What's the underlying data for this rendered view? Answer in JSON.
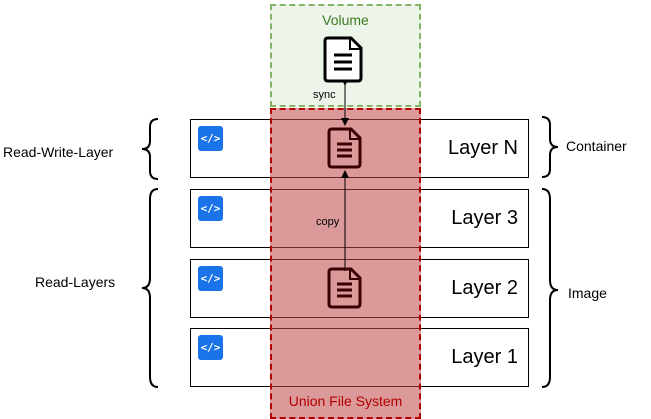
{
  "volume": {
    "title": "Volume",
    "icon": "document-icon"
  },
  "union_fs": {
    "title": "Union File System"
  },
  "layers": [
    {
      "label": "Layer N",
      "icon": "code-icon",
      "icon_text": "</>"
    },
    {
      "label": "Layer 3",
      "icon": "code-icon",
      "icon_text": "</>"
    },
    {
      "label": "Layer 2",
      "icon": "code-icon",
      "icon_text": "</>"
    },
    {
      "label": "Layer 1",
      "icon": "code-icon",
      "icon_text": "</>"
    }
  ],
  "left_labels": {
    "read_write": "Read-Write-Layer",
    "read": "Read-Layers"
  },
  "right_labels": {
    "container": "Container",
    "image": "Image"
  },
  "edges": {
    "sync": "sync",
    "copy": "copy"
  },
  "colors": {
    "volume_border": "#82b366",
    "union_border": "#b20000",
    "code_icon": "#1a73e8"
  }
}
